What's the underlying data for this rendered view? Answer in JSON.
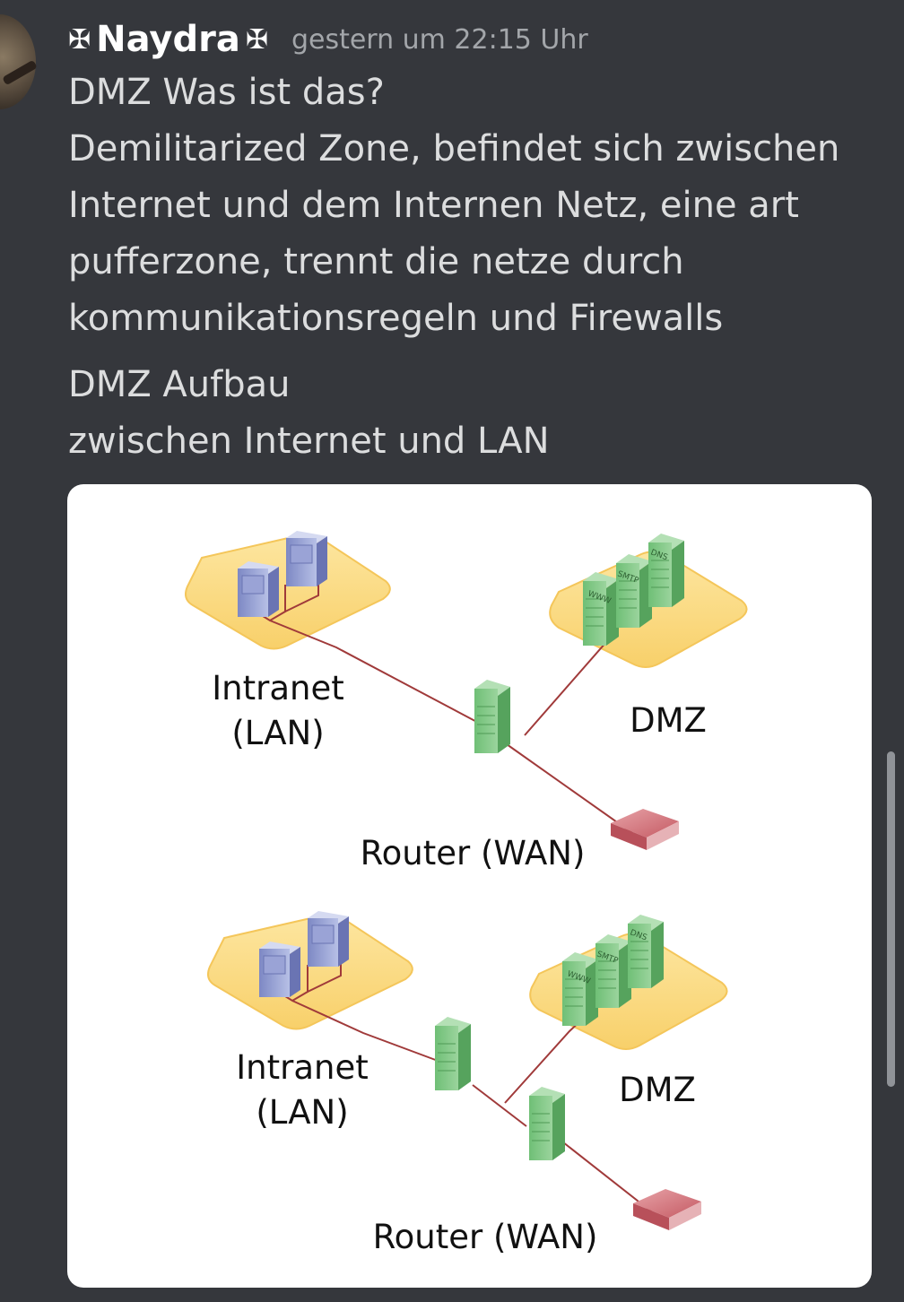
{
  "message": {
    "author": {
      "name": "Naydra",
      "prefix_icon": "maltese-cross",
      "suffix_icon": "maltese-cross"
    },
    "timestamp": "gestern um 22:15 Uhr",
    "paragraph1": [
      "DMZ Was ist das?",
      "Demilitarized Zone, befindet sich zwischen",
      "Internet und dem Internen Netz, eine art",
      "pufferzone, trennt die netze durch",
      "kommunikationsregeln und Firewalls"
    ],
    "paragraph2": [
      "DMZ Aufbau",
      "zwischen Internet und LAN"
    ]
  },
  "diagram": {
    "top": {
      "intranet_label_1": "Intranet",
      "intranet_label_2": "(LAN)",
      "dmz_label": "DMZ",
      "router_label": "Router (WAN)",
      "server_tags": [
        "WWW",
        "SMTP",
        "DNS"
      ]
    },
    "bottom": {
      "intranet_label_1": "Intranet",
      "intranet_label_2": "(LAN)",
      "dmz_label": "DMZ",
      "router_label": "Router (WAN)",
      "server_tags": [
        "WWW",
        "SMTP",
        "DNS"
      ]
    }
  },
  "colors": {
    "background": "#35373c",
    "text": "#dcddde",
    "timestamp": "#a3a6aa",
    "zone": "#fbd97a",
    "server_green": "#7ec482",
    "router_red": "#c9626b",
    "link_line": "#a03a3a"
  }
}
